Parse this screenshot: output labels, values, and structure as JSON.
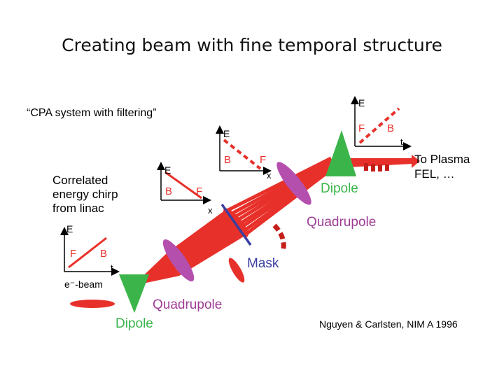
{
  "title": "Creating beam with fine temporal structure",
  "subtitle": "“CPA system with filtering”",
  "chirp_label": [
    "Correlated",
    "energy chirp",
    "from linac"
  ],
  "plots": {
    "p1": {
      "e": "E",
      "t": "t",
      "f": "F",
      "b": "B"
    },
    "p2": {
      "e": "E",
      "x": "x",
      "b": "B",
      "f": "F"
    },
    "p3": {
      "e": "E",
      "x": "x",
      "b": "B",
      "f": "F"
    },
    "p4": {
      "e": "E",
      "t": "t",
      "f": "F",
      "b": "B"
    }
  },
  "ebeam_label": "e⁻-beam",
  "dipole1": "Dipole",
  "dipole2": "Dipole",
  "quad1": "Quadrupole",
  "quad2": "Quadrupole",
  "mask": "Mask",
  "output_label": [
    "To Plasma",
    "FEL, …"
  ],
  "citation": "Nguyen & Carlsten, NIM A 1996",
  "colors": {
    "red": "#e8302a",
    "green": "#3bb54a",
    "purple": "#b44fae",
    "blue": "#3b3ea0",
    "darkred": "#c41f1a",
    "label_purple": "#9f3d96"
  }
}
